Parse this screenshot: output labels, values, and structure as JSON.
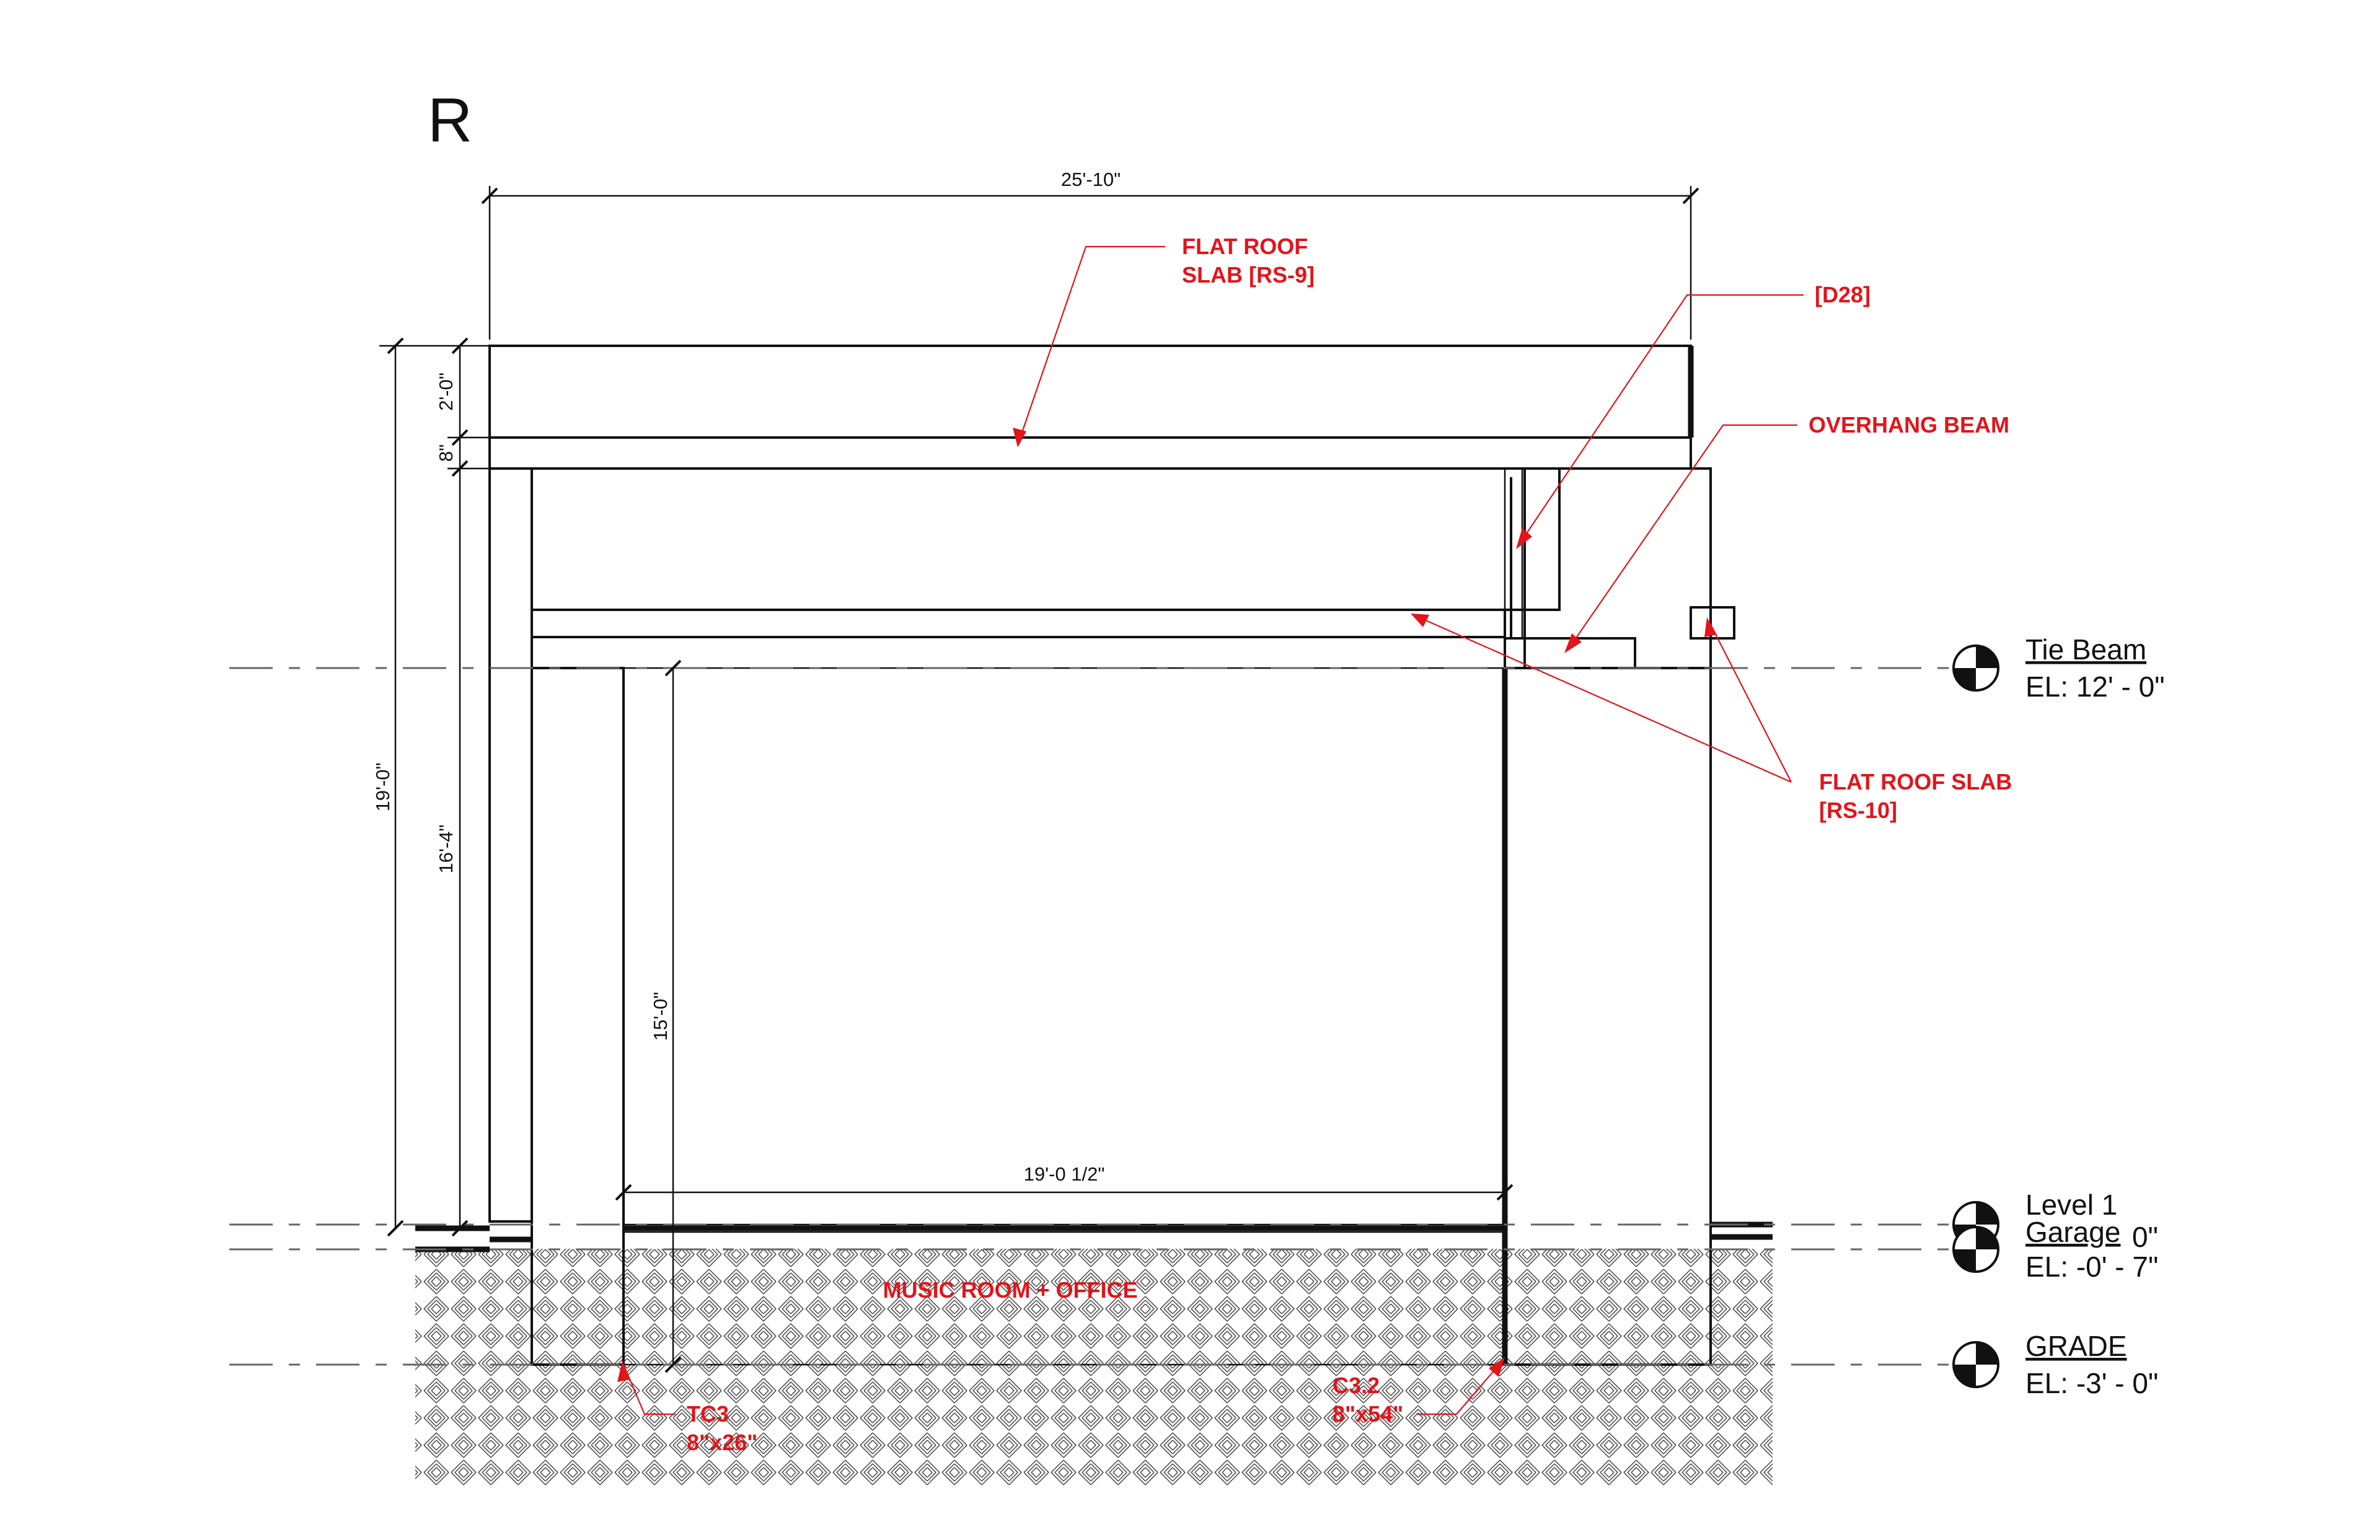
{
  "section_mark": "R",
  "dimensions": {
    "overall_width": "25'-10\"",
    "clear_width": "19'-0 1/2\"",
    "top_depth": "2'-0\"",
    "slab_gap": "8\"",
    "overall_height": "19'-0\"",
    "wall_height": "16'-4\"",
    "opening_height": "15'-0\""
  },
  "levels": [
    {
      "name": "Tie Beam",
      "elevation": "EL: 12' - 0\""
    },
    {
      "name": "Level 1",
      "elevation": "0\""
    },
    {
      "name": "Garage",
      "elevation": "EL: -0' - 7\""
    },
    {
      "name": "GRADE",
      "elevation": "EL: -3' - 0\""
    }
  ],
  "tags": {
    "flat_roof_slab_rs9": [
      "FLAT ROOF",
      "SLAB [RS-9]"
    ],
    "d28": [
      "[D28]"
    ],
    "overhang_beam": [
      "OVERHANG BEAM"
    ],
    "flat_roof_slab_rs10": [
      "FLAT ROOF SLAB",
      "[RS-10]"
    ],
    "room": [
      "MUSIC ROOM + OFFICE"
    ],
    "tc3": [
      "TC3",
      "8\"x26\""
    ],
    "c32": [
      "C3.2",
      "8\"x54\""
    ]
  },
  "colors": {
    "annotation": "#e3141b",
    "linework": "#111111",
    "gridline": "#666666"
  }
}
